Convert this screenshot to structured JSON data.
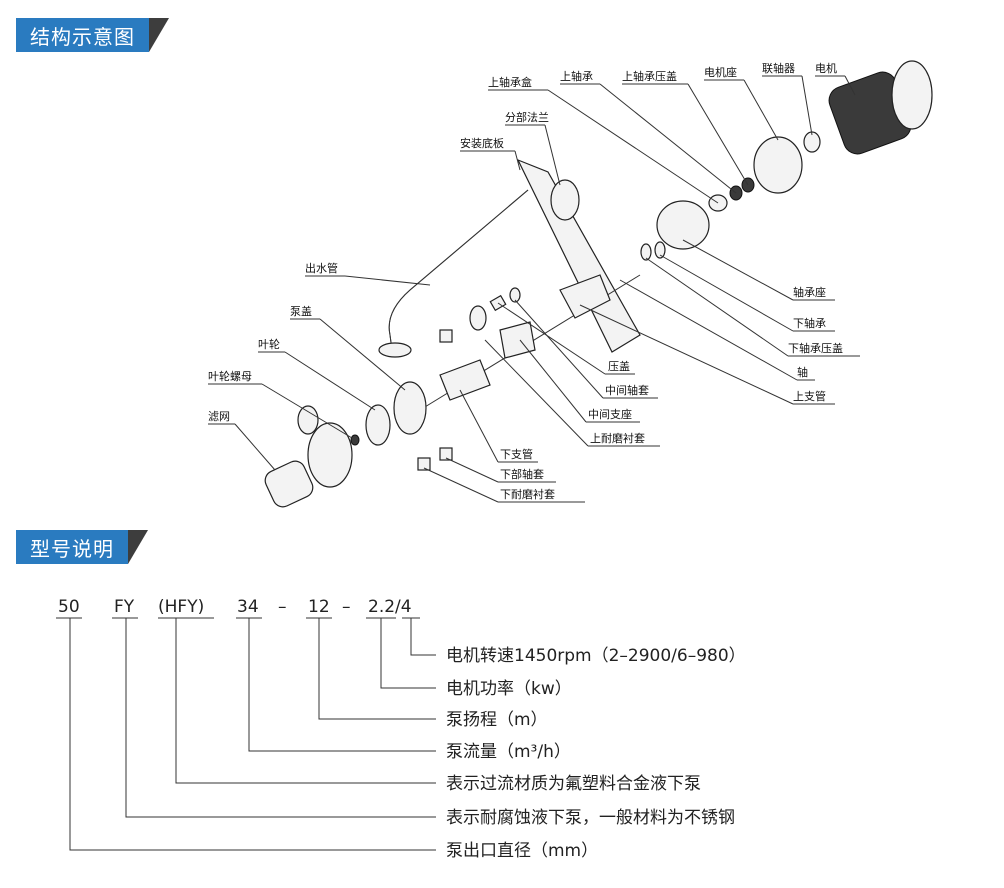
{
  "sections": {
    "structure_title": "结构示意图",
    "model_title": "型号说明"
  },
  "parts": [
    {
      "id": "upper-bearing-box",
      "label": "上轴承盒"
    },
    {
      "id": "upper-bearing",
      "label": "上轴承"
    },
    {
      "id": "upper-bearing-gland",
      "label": "上轴承压盖"
    },
    {
      "id": "motor-seat",
      "label": "电机座"
    },
    {
      "id": "coupling",
      "label": "联轴器"
    },
    {
      "id": "motor",
      "label": "电机"
    },
    {
      "id": "split-flange",
      "label": "分部法兰"
    },
    {
      "id": "mounting-plate",
      "label": "安装底板"
    },
    {
      "id": "outlet-pipe",
      "label": "出水管"
    },
    {
      "id": "bearing-seat",
      "label": "轴承座"
    },
    {
      "id": "pump-cover",
      "label": "泵盖"
    },
    {
      "id": "lower-bearing",
      "label": "下轴承"
    },
    {
      "id": "impeller",
      "label": "叶轮"
    },
    {
      "id": "lower-bearing-gland",
      "label": "下轴承压盖"
    },
    {
      "id": "gland",
      "label": "压盖"
    },
    {
      "id": "impeller-nut",
      "label": "叶轮螺母"
    },
    {
      "id": "shaft",
      "label": "轴"
    },
    {
      "id": "middle-sleeve",
      "label": "中间轴套"
    },
    {
      "id": "strainer",
      "label": "滤网"
    },
    {
      "id": "upper-support-pipe",
      "label": "上支管"
    },
    {
      "id": "middle-support",
      "label": "中间支座"
    },
    {
      "id": "upper-wear-bush",
      "label": "上耐磨衬套"
    },
    {
      "id": "lower-support-pipe",
      "label": "下支管"
    },
    {
      "id": "lower-sleeve",
      "label": "下部轴套"
    },
    {
      "id": "lower-wear-bush",
      "label": "下耐磨衬套"
    }
  ],
  "model": {
    "codes": [
      {
        "id": "size",
        "text": "50"
      },
      {
        "id": "fy",
        "text": "FY"
      },
      {
        "id": "hfy",
        "text": "(HFY)"
      },
      {
        "id": "flow",
        "text": "34"
      },
      {
        "id": "dash1",
        "text": "–"
      },
      {
        "id": "head",
        "text": "12"
      },
      {
        "id": "dash2",
        "text": "–"
      },
      {
        "id": "power",
        "text": "2.2/4"
      }
    ],
    "descriptions": [
      {
        "id": "speed",
        "text": "电机转速1450rpm（2–2900/6–980）"
      },
      {
        "id": "power",
        "text": "电机功率（kw）"
      },
      {
        "id": "head",
        "text": "泵扬程（m）"
      },
      {
        "id": "flow",
        "text": "泵流量（m³/h）"
      },
      {
        "id": "hfy",
        "text": "表示过流材质为氟塑料合金液下泵"
      },
      {
        "id": "fy",
        "text": "表示耐腐蚀液下泵，一般材料为不锈钢"
      },
      {
        "id": "size",
        "text": "泵出口直径（mm）"
      }
    ]
  }
}
